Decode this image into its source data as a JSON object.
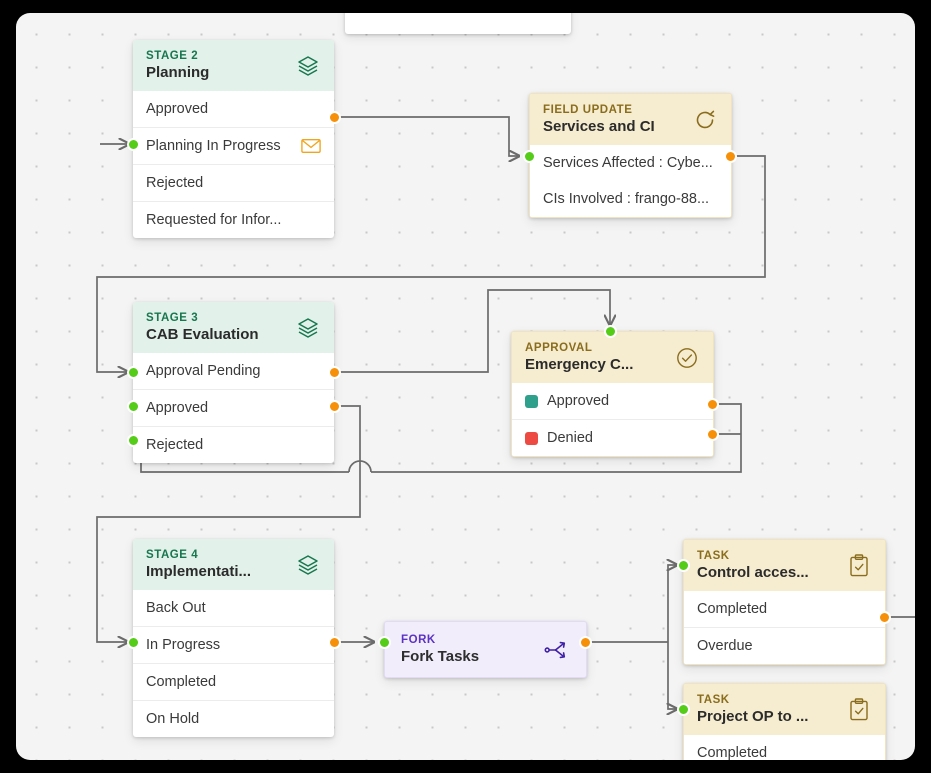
{
  "canvas": {
    "background_color": "#f4f4f4",
    "grid": "dotted",
    "grid_dot_color": "#c8c8c8",
    "outside_color": "#000000"
  },
  "palette": {
    "stage_header": "#e2f1ea",
    "stage_kicker": "#17774e",
    "cream_header": "#f6ecd0",
    "cream_kicker": "#8a6d1c",
    "fork_body": "#f2edfb",
    "fork_kicker": "#5b32c4",
    "port_in": "#54cc18",
    "port_out": "#f79009",
    "edge": "#6b6b6b",
    "chip_approved": "#2fa08b",
    "chip_denied": "#ee4a44"
  },
  "nodes": {
    "stage2": {
      "kicker": "STAGE 2",
      "title": "Planning",
      "icon": "layers-icon",
      "rows": [
        {
          "label": "Approved",
          "icon": null
        },
        {
          "label": "Planning In Progress",
          "icon": "envelope-icon"
        },
        {
          "label": "Rejected",
          "icon": null
        },
        {
          "label": "Requested for Infor...",
          "icon": null
        }
      ]
    },
    "field_update": {
      "kicker": "FIELD UPDATE",
      "title": "Services and CI",
      "icon": "refresh-icon",
      "rows": [
        {
          "label": "Services Affected : Cybe..."
        },
        {
          "label": "CIs Involved : frango-88..."
        }
      ]
    },
    "stage3": {
      "kicker": "STAGE 3",
      "title": "CAB Evaluation",
      "icon": "layers-icon",
      "rows": [
        {
          "label": "Approval Pending"
        },
        {
          "label": "Approved"
        },
        {
          "label": "Rejected"
        }
      ]
    },
    "approval": {
      "kicker": "APPROVAL",
      "title": "Emergency C...",
      "icon": "check-circle-icon",
      "rows": [
        {
          "label": "Approved",
          "chip": "approved"
        },
        {
          "label": "Denied",
          "chip": "denied"
        }
      ]
    },
    "stage4": {
      "kicker": "STAGE 4",
      "title": "Implementati...",
      "icon": "layers-icon",
      "rows": [
        {
          "label": "Back Out"
        },
        {
          "label": "In Progress"
        },
        {
          "label": "Completed"
        },
        {
          "label": "On Hold"
        }
      ]
    },
    "fork": {
      "kicker": "FORK",
      "title": "Fork Tasks",
      "icon": "fork-icon"
    },
    "task1": {
      "kicker": "TASK",
      "title": "Control acces...",
      "icon": "clipboard-check-icon",
      "rows": [
        {
          "label": "Completed"
        },
        {
          "label": "Overdue"
        }
      ]
    },
    "task2": {
      "kicker": "TASK",
      "title": "Project OP to ...",
      "icon": "clipboard-check-icon",
      "rows": [
        {
          "label": "Completed"
        }
      ]
    }
  }
}
